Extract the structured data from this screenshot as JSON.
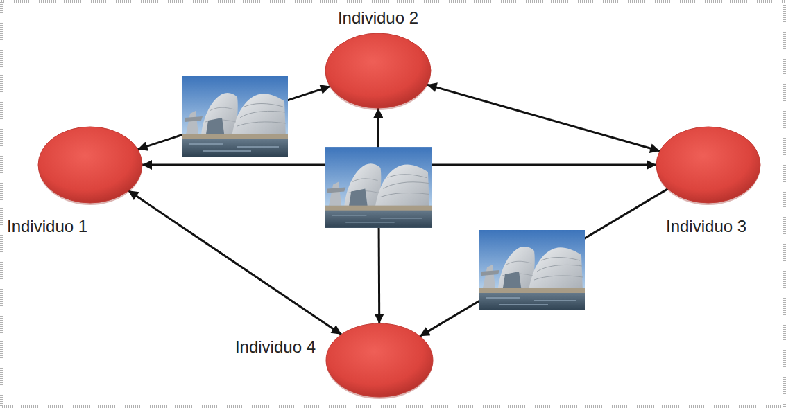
{
  "diagram": {
    "nodes": [
      {
        "text": [
          "Individuo 1"
        ]
      },
      {
        "text": [
          "Individuo 2"
        ]
      },
      {
        "text": [
          "Individuo 3"
        ]
      },
      {
        "text": [
          "Individuo 4"
        ]
      }
    ],
    "edges": [
      {
        "from": 0,
        "to": 1,
        "arrow": "both"
      },
      {
        "from": 1,
        "to": 2,
        "arrow": "both"
      },
      {
        "from": 0,
        "to": 2,
        "arrow": "both"
      },
      {
        "from": 1,
        "to": 3,
        "arrow": "both"
      },
      {
        "from": 0,
        "to": 3,
        "arrow": "both"
      },
      {
        "from": 2,
        "to": 3,
        "arrow": "to"
      }
    ]
  }
}
